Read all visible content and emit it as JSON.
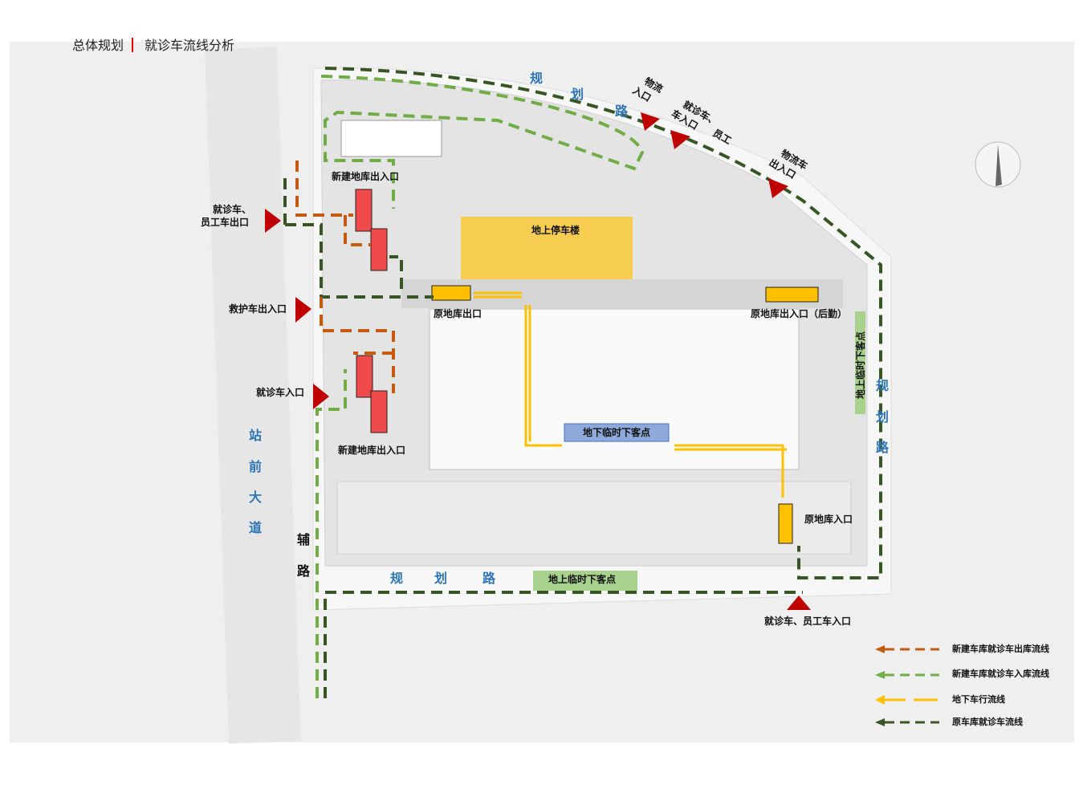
{
  "title": {
    "main": "总体规划",
    "sub": "就诊车流线分析"
  },
  "labels": {
    "new_garage_entrance_top": "新建地库出入口",
    "staff_exit_1": "就诊车、",
    "staff_exit_2": "员工车出口",
    "parking_building": "地上停车楼",
    "old_garage_exit": "原地库出口",
    "old_garage_service": "原地库出入口（后勤）",
    "ambulance": "救护车出入口",
    "patient_entrance": "就诊车入口",
    "new_garage_entrance_bottom": "新建地库出入口",
    "underground_dropoff": "地下临时下客点",
    "old_garage_entrance": "原地库入口",
    "ground_dropoff_bottom": "地上临时下客点",
    "ground_dropoff_right": "地上临时下客点",
    "bottom_entrance": "就诊车、员工车入口",
    "logistics_entrance_1": "物流",
    "logistics_entrance_2": "入口",
    "patient_staff_entrance_1": "就诊车、",
    "patient_staff_entrance_2": "车入口",
    "patient_staff_entrance_3": "员工",
    "logistics_exit_1": "物流车",
    "logistics_exit_2": "出入口"
  },
  "roads": {
    "top": [
      "规",
      "划",
      "路"
    ],
    "right": [
      "规",
      "划",
      "路"
    ],
    "bottom": [
      "规",
      "划",
      "路"
    ],
    "left": [
      "站",
      "前",
      "大",
      "道"
    ],
    "aux": [
      "辅",
      "路"
    ]
  },
  "legend": [
    {
      "label": "新建车库就诊车出库流线",
      "color": "#c55a11"
    },
    {
      "label": "新建车库就诊车入库流线",
      "color": "#70ad47"
    },
    {
      "label": "地下车行流线",
      "color": "#ffc000"
    },
    {
      "label": "原车库就诊车流线",
      "color": "#375623"
    }
  ],
  "colors": {
    "red_marker": "#c00000",
    "garage_red": "#f04a4a",
    "yellow": "#ffc000",
    "blue_box": "#8eaadb",
    "green_box": "#a9d18e"
  }
}
